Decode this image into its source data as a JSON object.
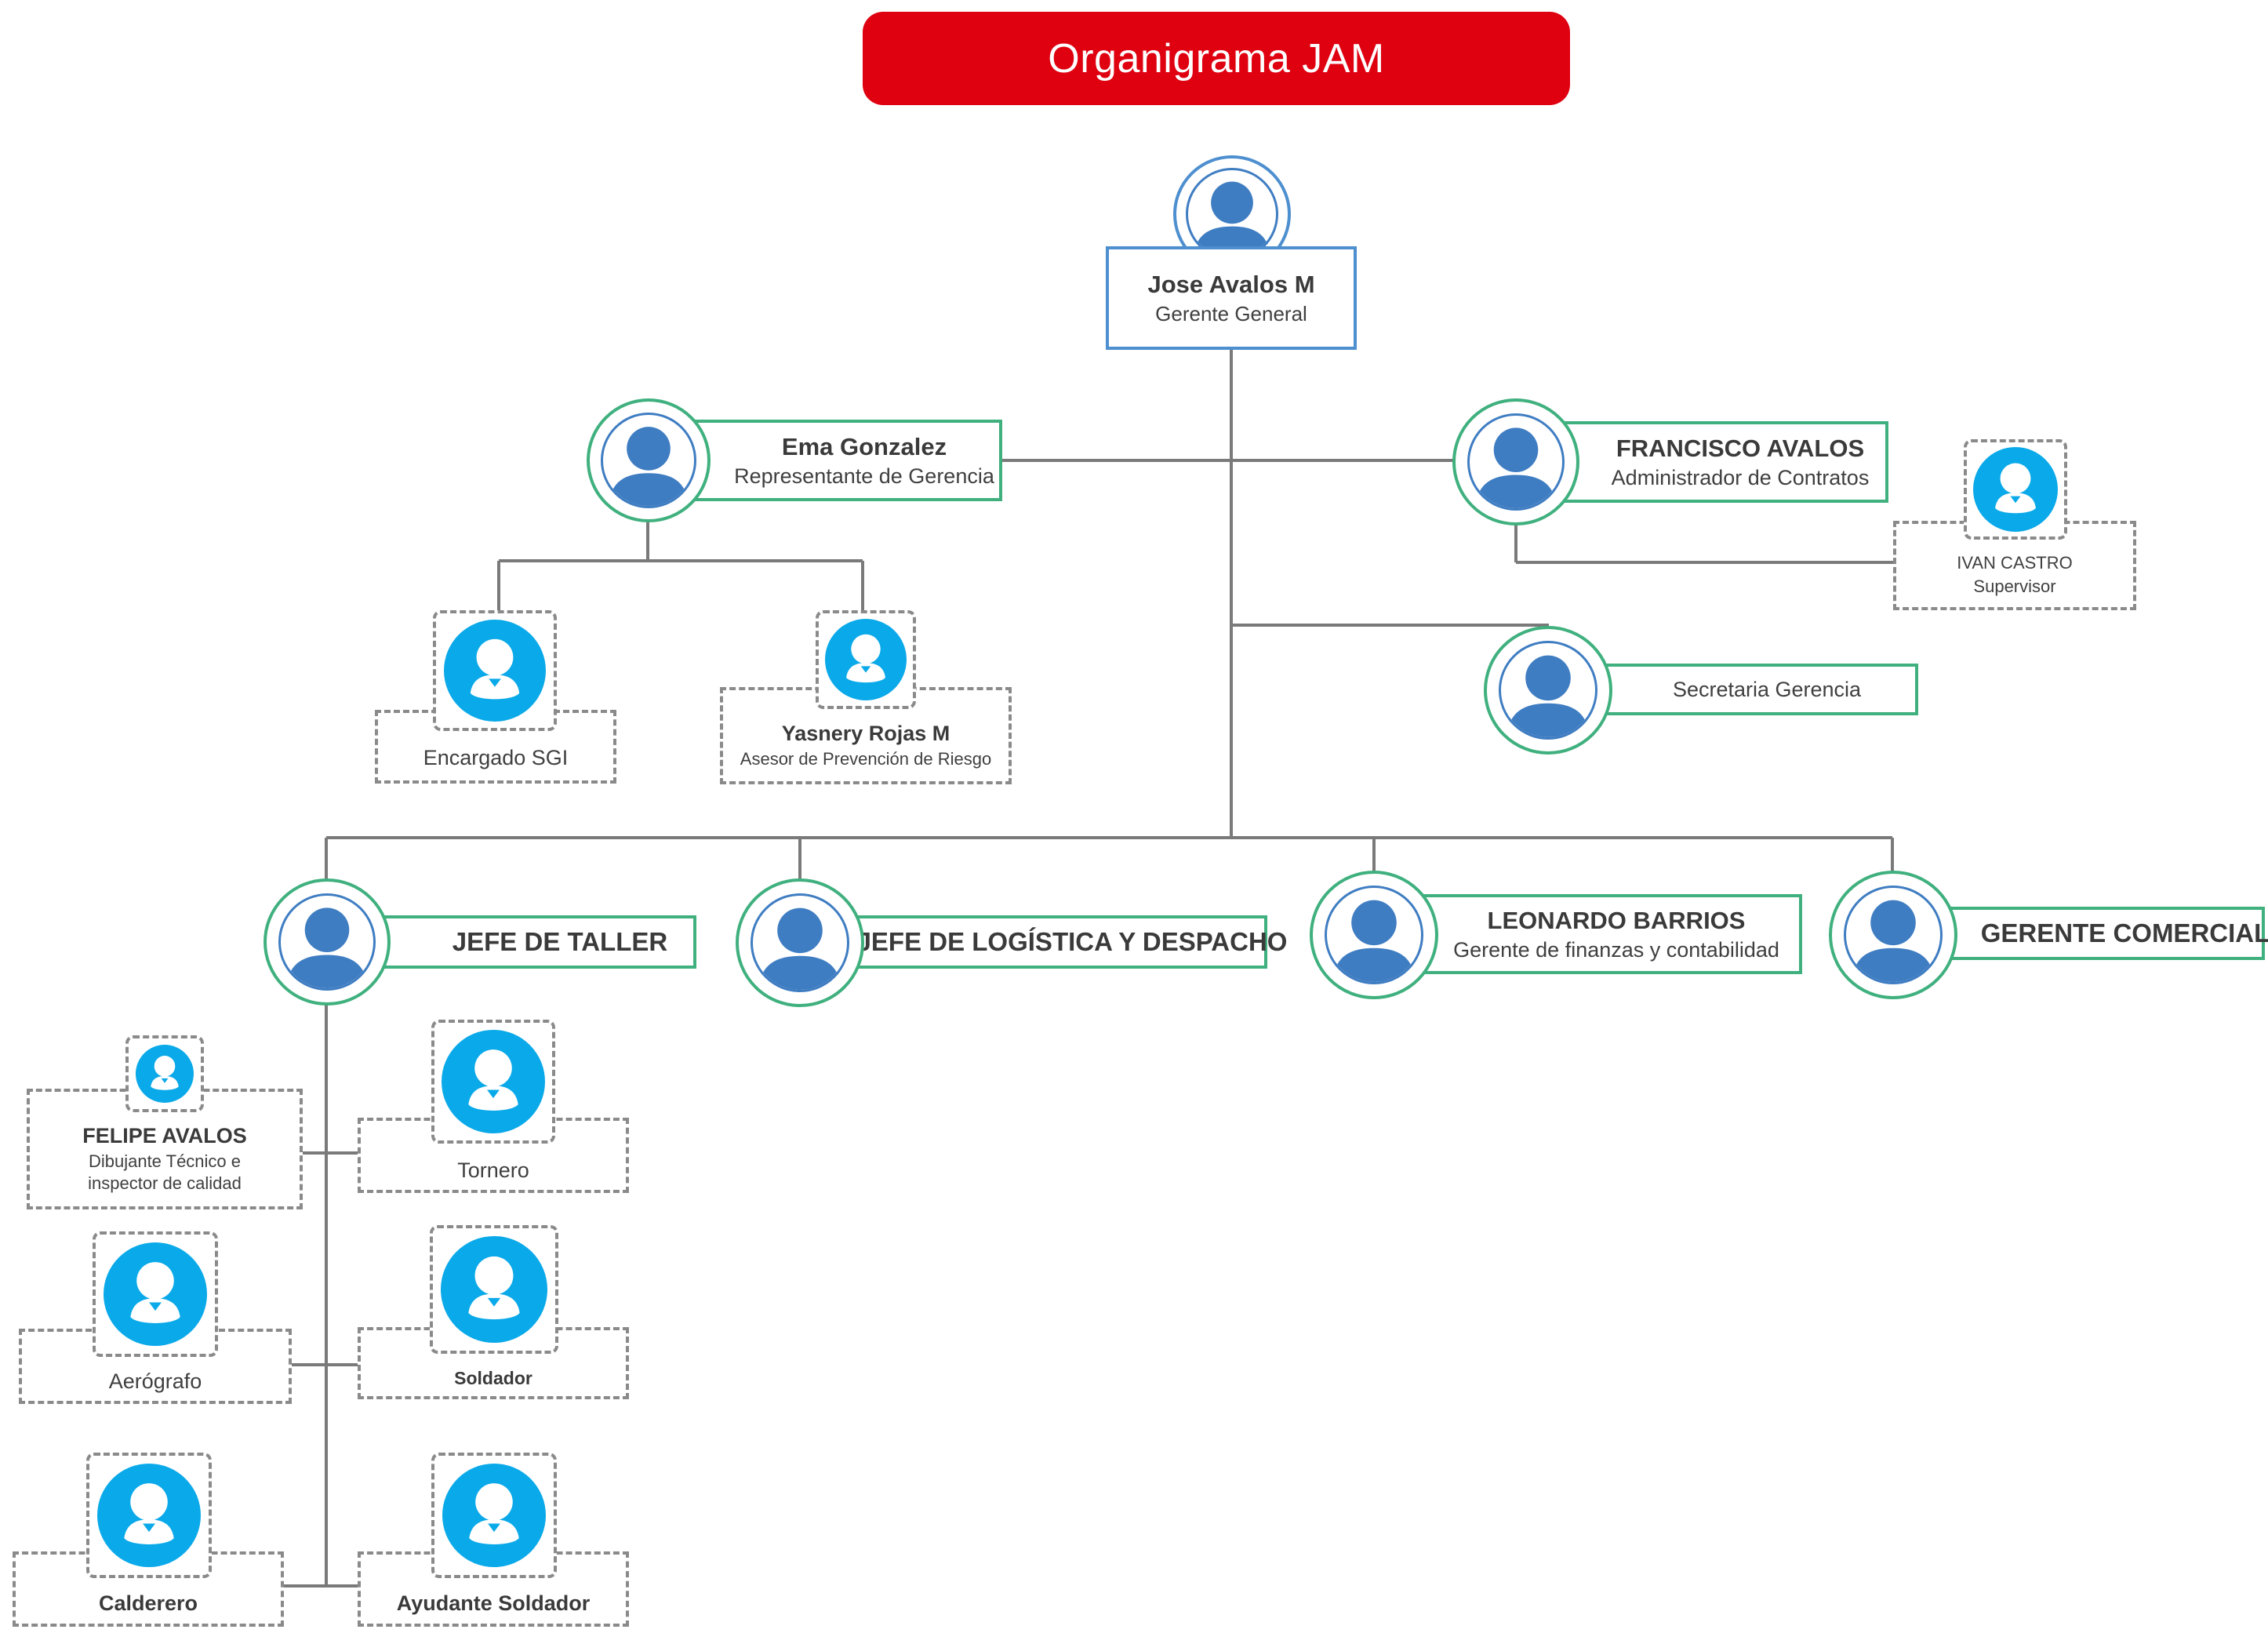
{
  "title": "Organigrama JAM",
  "colors": {
    "banner": "#df0010",
    "box_border_main": "#4d8fcf",
    "box_border_green": "#3fb07e",
    "box_border_dashed": "#8a8a8a",
    "avatar_blue": "#3f7dc2",
    "avatar_cyan": "#0aa9e9",
    "connector": "#7a7a7a"
  },
  "icons": {
    "person": "person-silhouette-icon"
  },
  "ceo": {
    "name": "Jose Avalos M",
    "role": "Gerente General"
  },
  "representante": {
    "name": "Ema Gonzalez",
    "role": "Representante de Gerencia"
  },
  "administrador": {
    "name": "FRANCISCO AVALOS",
    "role": "Administrador de Contratos"
  },
  "supervisor": {
    "name": "IVAN CASTRO",
    "role": "Supervisor"
  },
  "secretaria": {
    "role": "Secretaria Gerencia"
  },
  "sgi": {
    "role": "Encargado SGI"
  },
  "prevencion": {
    "name": "Yasnery Rojas M",
    "role": "Asesor de Prevención de Riesgo"
  },
  "jefe_taller": {
    "name": "JEFE DE TALLER"
  },
  "jefe_logistica": {
    "name": "JEFE DE LOGÍSTICA Y DESPACHO"
  },
  "finanzas": {
    "name": "LEONARDO BARRIOS",
    "role": "Gerente de finanzas y contabilidad"
  },
  "comercial": {
    "name": "GERENTE COMERCIAL"
  },
  "dibujante": {
    "name": "FELIPE AVALOS",
    "role_line1": "Dibujante Técnico e",
    "role_line2": "inspector de calidad"
  },
  "tornero": {
    "role": "Tornero"
  },
  "aerografo": {
    "role": "Aerógrafo"
  },
  "soldador": {
    "role": "Soldador"
  },
  "calderero": {
    "role": "Calderero"
  },
  "ayudante": {
    "role": "Ayudante Soldador"
  }
}
